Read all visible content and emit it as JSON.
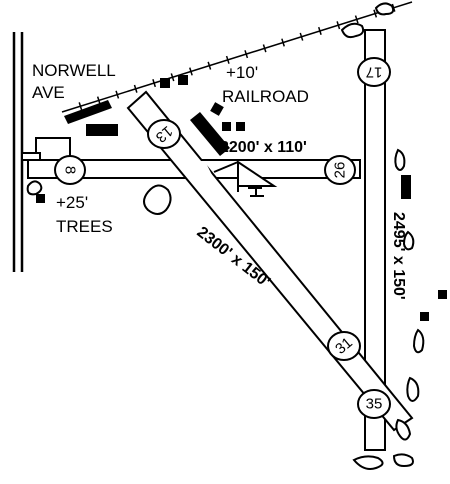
{
  "diagram": {
    "road_label_line1": "NORWELL",
    "road_label_line2": "AVE",
    "railroad_height": "+10'",
    "railroad_label": "RAILROAD",
    "trees_height": "+25'",
    "trees_label": "TREES",
    "runways": [
      {
        "id": "17-35",
        "ends": [
          "17",
          "35"
        ],
        "dimensions": "2495' x 150'"
      },
      {
        "id": "13-31",
        "ends": [
          "13",
          "31"
        ],
        "dimensions": "2300' x 150'"
      },
      {
        "id": "8-26",
        "ends": [
          "8",
          "26"
        ],
        "dimensions": "2200' x 110'"
      }
    ],
    "colors": {
      "ink": "#000000",
      "paper": "#ffffff"
    },
    "symbols": [
      "segmented-circle-icon",
      "windsock-icon"
    ]
  }
}
